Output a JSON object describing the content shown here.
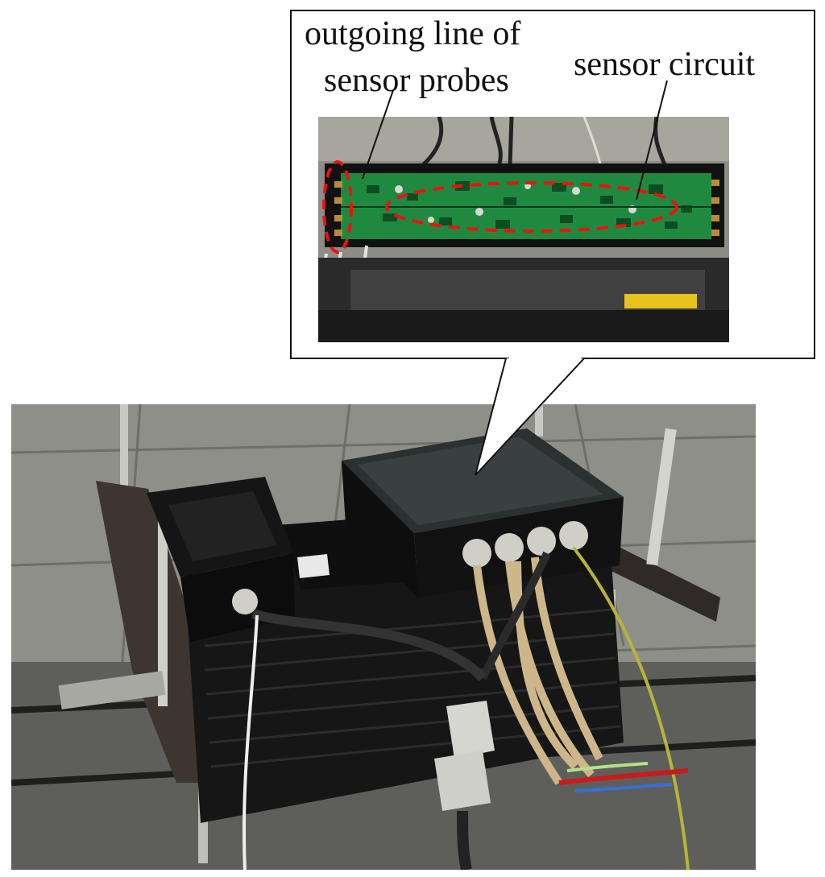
{
  "figure": {
    "labels": {
      "outgoing_line_line1": "outgoing line of",
      "outgoing_line_line2": "sensor probes",
      "sensor_circuit": "sensor circuit"
    }
  }
}
